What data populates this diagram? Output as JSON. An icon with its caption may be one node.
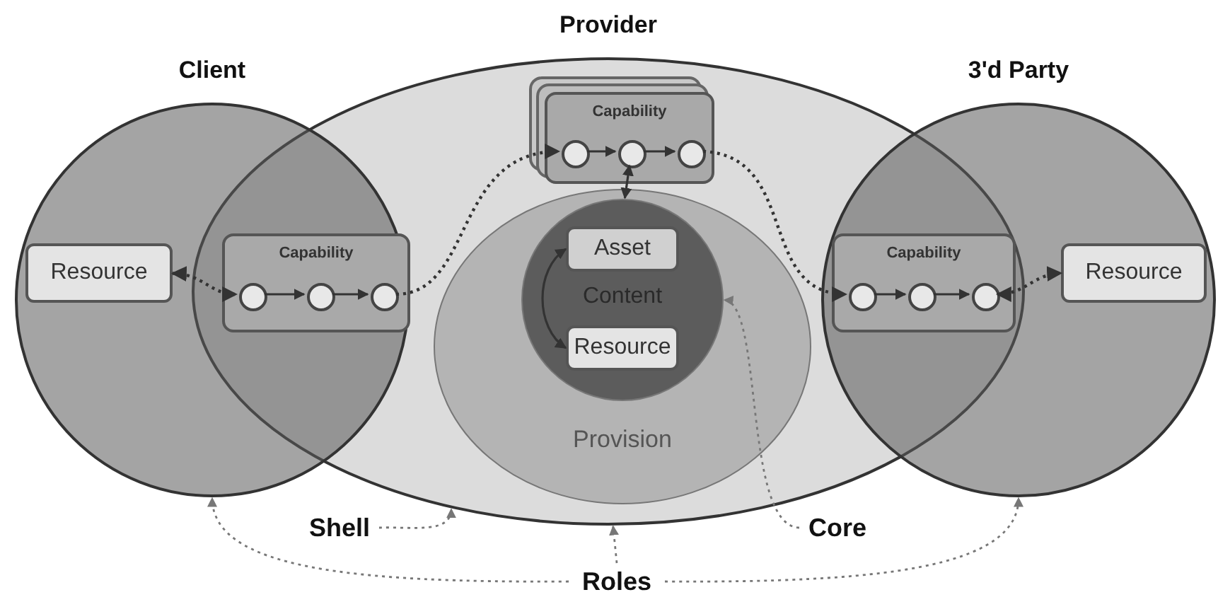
{
  "diagram": {
    "nodes": [
      {
        "text": [
          "Client"
        ]
      },
      {
        "text": [
          "Provider"
        ]
      },
      {
        "text": [
          "3'd Party"
        ]
      },
      {
        "text": [
          "Provision"
        ],
        "in": 1
      },
      {
        "text": [
          "Content"
        ],
        "in": 3
      },
      {
        "text": [
          "Asset"
        ],
        "in": 4
      },
      {
        "text": [
          "Resource"
        ],
        "in": 4
      },
      {
        "text": [
          "Capability"
        ],
        "in": 1
      },
      {
        "text": [
          "Resource"
        ],
        "in": 0
      },
      {
        "text": [
          "Capability"
        ]
      },
      {
        "text": [
          "Capability"
        ]
      },
      {
        "text": [
          "Resource"
        ],
        "in": 2
      },
      {
        "text": [],
        "shape": "circle",
        "in": 9
      },
      {
        "text": [],
        "shape": "circle",
        "in": 9
      },
      {
        "text": [],
        "shape": "circle",
        "in": 9
      },
      {
        "text": [],
        "shape": "circle",
        "in": 7
      },
      {
        "text": [],
        "shape": "circle",
        "in": 7
      },
      {
        "text": [],
        "shape": "circle",
        "in": 7
      },
      {
        "text": [],
        "shape": "circle",
        "in": 10
      },
      {
        "text": [],
        "shape": "circle",
        "in": 10
      },
      {
        "text": [],
        "shape": "circle",
        "in": 10
      },
      {
        "text": [
          "Shell"
        ]
      },
      {
        "text": [
          "Core"
        ]
      },
      {
        "text": [
          "Roles"
        ]
      }
    ],
    "edges": [
      {
        "from": 8,
        "to": 12,
        "arrow": "both",
        "style": "dashed"
      },
      {
        "from": 12,
        "to": 13,
        "arrow": "to"
      },
      {
        "from": 13,
        "to": 14,
        "arrow": "to"
      },
      {
        "from": 14,
        "to": 15,
        "arrow": "to",
        "style": "dashed"
      },
      {
        "from": 15,
        "to": 16,
        "arrow": "to"
      },
      {
        "from": 16,
        "to": 17,
        "arrow": "to"
      },
      {
        "from": 17,
        "to": 18,
        "arrow": "to",
        "style": "dashed"
      },
      {
        "from": 18,
        "to": 19,
        "arrow": "to"
      },
      {
        "from": 19,
        "to": 20,
        "arrow": "to"
      },
      {
        "from": 20,
        "to": 11,
        "arrow": "both",
        "style": "dashed"
      },
      {
        "from": 4,
        "to": 16,
        "arrow": "both"
      },
      {
        "from": 5,
        "to": 6,
        "arrow": "both"
      },
      {
        "from": 21,
        "to": 1,
        "arrow": "to",
        "style": "dashed",
        "color": "#777777"
      },
      {
        "from": 22,
        "to": 4,
        "arrow": "to",
        "style": "dashed",
        "color": "#777777"
      },
      {
        "from": 23,
        "to": 0,
        "arrow": "to",
        "style": "dashed",
        "color": "#777777"
      },
      {
        "from": 23,
        "to": 1,
        "arrow": "to",
        "style": "dashed",
        "color": "#777777"
      },
      {
        "from": 23,
        "to": 2,
        "arrow": "to",
        "style": "dashed",
        "color": "#777777"
      }
    ]
  }
}
